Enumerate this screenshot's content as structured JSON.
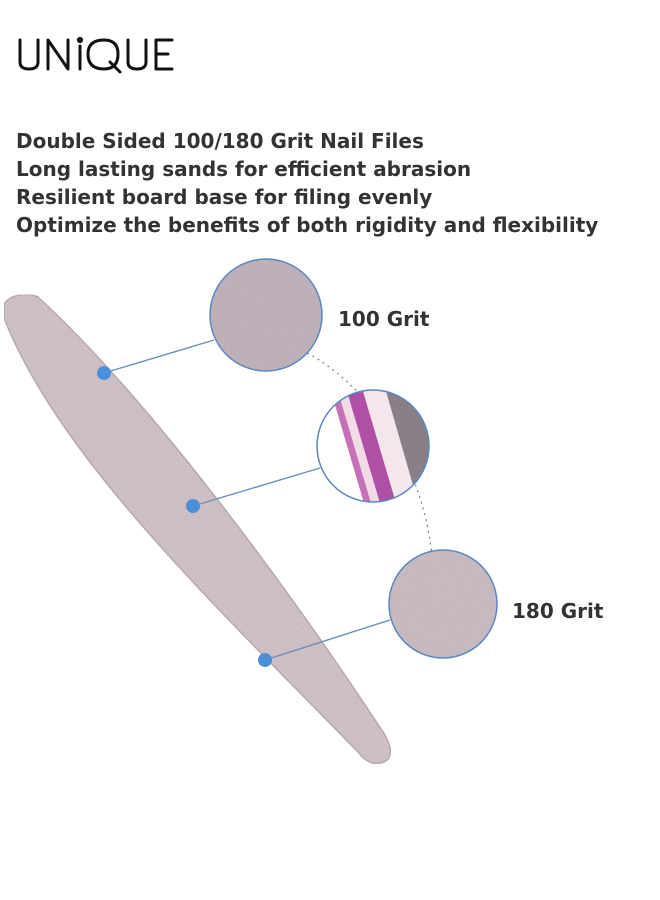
{
  "brand": {
    "logo_text": "UNIQUE"
  },
  "features": [
    "Double Sided 100/180 Grit Nail Files",
    "Long lasting sands for efficient abrasion",
    "Resilient board base for filing evenly",
    "Optimize the benefits of both rigidity and flexibility"
  ],
  "callouts": {
    "grit_100_label": "100 Grit",
    "grit_180_label": "180 Grit"
  },
  "colors": {
    "text": "#333333",
    "file_surface": "#d9ccd2",
    "grit_texture": "#c9bcc4",
    "core_pink": "#b04fa6",
    "marker_dot": "#4a90d9",
    "leader_line": "#6a8fb8"
  }
}
